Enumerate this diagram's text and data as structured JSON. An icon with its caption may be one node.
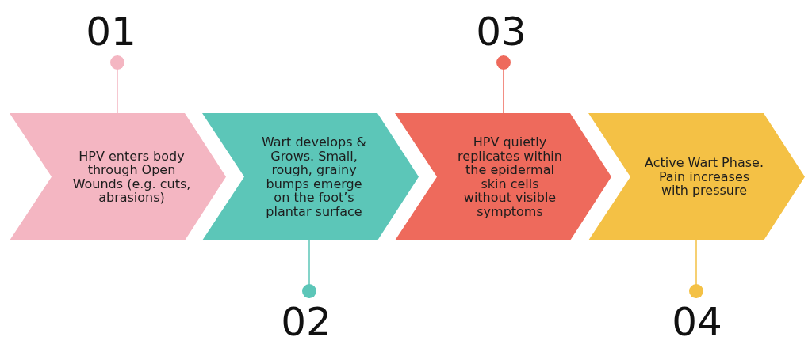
{
  "diagram": {
    "nodes": [
      {
        "text": [
          "HPV enters body through Open Wounds (e.g. cuts, abrasions)"
        ]
      },
      {
        "text": [
          "Wart develops & Grows. Small, rough, grainy bumps emerge on the foot’s plantar surface"
        ]
      },
      {
        "text": [
          "HPV quietly replicates within the epidermal skin cells without visible symptoms"
        ]
      },
      {
        "text": [
          "Active Wart Phase.",
          "Pain increases with pressure"
        ]
      },
      {
        "text": [
          "01"
        ]
      },
      {
        "text": [
          "02"
        ]
      },
      {
        "text": [
          "03"
        ]
      },
      {
        "text": [
          "04"
        ]
      }
    ],
    "edges": [
      {
        "from": 4,
        "to": 0,
        "arrow": "other",
        "color": "#f4b6c2"
      },
      {
        "from": 5,
        "to": 1,
        "arrow": "other",
        "color": "#5cc6b8"
      },
      {
        "from": 6,
        "to": 2,
        "arrow": "other",
        "color": "#ee6a5c"
      },
      {
        "from": 7,
        "to": 3,
        "arrow": "other",
        "color": "#f4c145"
      }
    ]
  }
}
